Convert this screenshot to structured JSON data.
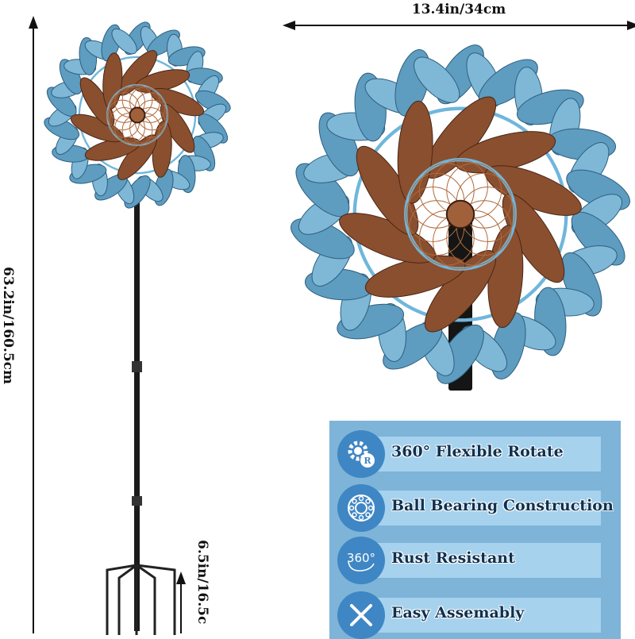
{
  "dimensions": {
    "total_height": "63.2in/160.5cm",
    "spinner_width": "13.4in/34cm",
    "stake_height": "6.5in/16.5c"
  },
  "features": [
    {
      "icon": "gear-rotate-icon",
      "label": "360° Flexible Rotate"
    },
    {
      "icon": "ball-bearing-icon",
      "label": "Ball Bearing Construction"
    },
    {
      "icon": "rotate-360-icon",
      "label": "Rust Resistant"
    },
    {
      "icon": "tools-icon",
      "label": "Easy Assemably"
    }
  ],
  "colors": {
    "blue_leaf": "#5e9cc0",
    "copper": "#8a4f2e",
    "panel": "#7db4d8",
    "icon_circle": "#3f86c4"
  }
}
